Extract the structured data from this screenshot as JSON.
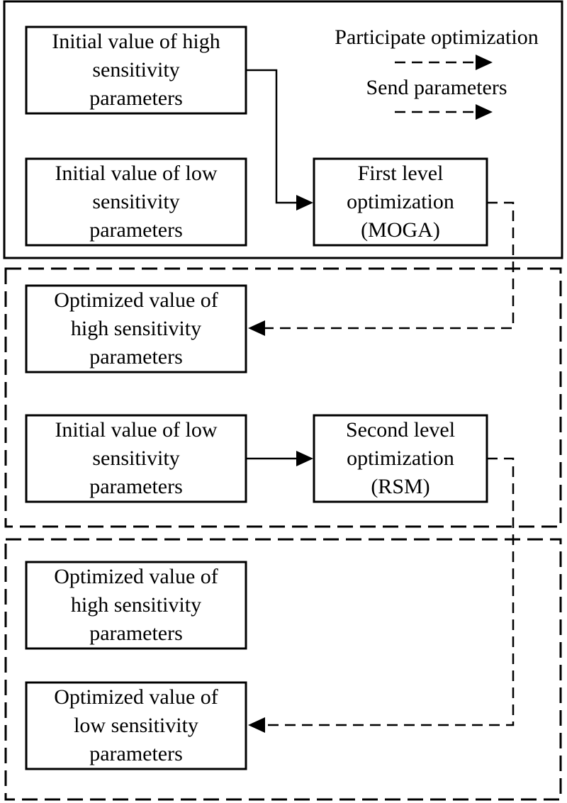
{
  "legend": {
    "participate": "Participate optimization",
    "send": "Send parameters"
  },
  "stage1": {
    "high_initial": [
      "Initial value of high",
      "sensitivity",
      "parameters"
    ],
    "low_initial": [
      "Initial value of low",
      "sensitivity",
      "parameters"
    ],
    "first_level": [
      "First level",
      "optimization",
      "(MOGA)"
    ]
  },
  "stage2": {
    "high_optimized": [
      "Optimized value of",
      "high sensitivity",
      "parameters"
    ],
    "low_initial": [
      "Initial value of low",
      "sensitivity",
      "parameters"
    ],
    "second_level": [
      "Second level",
      "optimization",
      "(RSM)"
    ]
  },
  "stage3": {
    "high_optimized": [
      "Optimized value of",
      "high sensitivity",
      "parameters"
    ],
    "low_optimized": [
      "Optimized value of",
      "low sensitivity",
      "parameters"
    ]
  }
}
